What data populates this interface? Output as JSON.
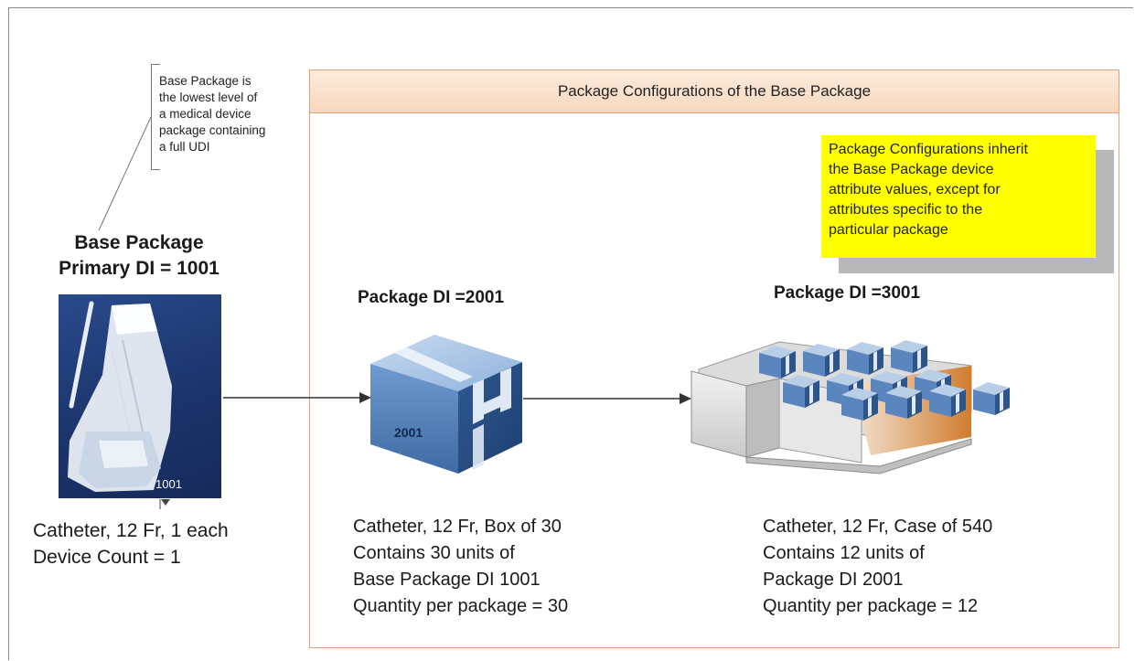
{
  "note": {
    "lines": [
      "Base Package is",
      "the lowest level of",
      "a medical device",
      "package containing",
      "a full UDI"
    ]
  },
  "base": {
    "title_line1": "Base Package",
    "title_line2": "Primary DI = 1001",
    "photo_label": "1001",
    "desc": [
      "Catheter, 12 Fr, 1 each",
      "Device Count = 1"
    ]
  },
  "config": {
    "header": "Package Configurations of the Base Package",
    "yellow_note": [
      "Package Configurations inherit",
      "the Base Package device",
      "attribute values, except for",
      "attributes specific to the",
      "particular package"
    ]
  },
  "pkg2001": {
    "title": "Package DI =2001",
    "box_label": "2001",
    "desc": [
      "Catheter, 12 Fr, Box of 30",
      "Contains 30 units of",
      "Base Package DI 1001",
      "Quantity per package = 30"
    ]
  },
  "pkg3001": {
    "title": "Package DI =3001",
    "desc": [
      "Catheter, 12 Fr, Case of 540",
      "Contains 12 units of",
      "Package DI 2001",
      "Quantity per package = 12"
    ]
  },
  "colors": {
    "box_blue": "#4a78b0",
    "header_peach": "#f8d8be",
    "note_yellow": "#ffff00",
    "case_orange": "#d9873a"
  }
}
